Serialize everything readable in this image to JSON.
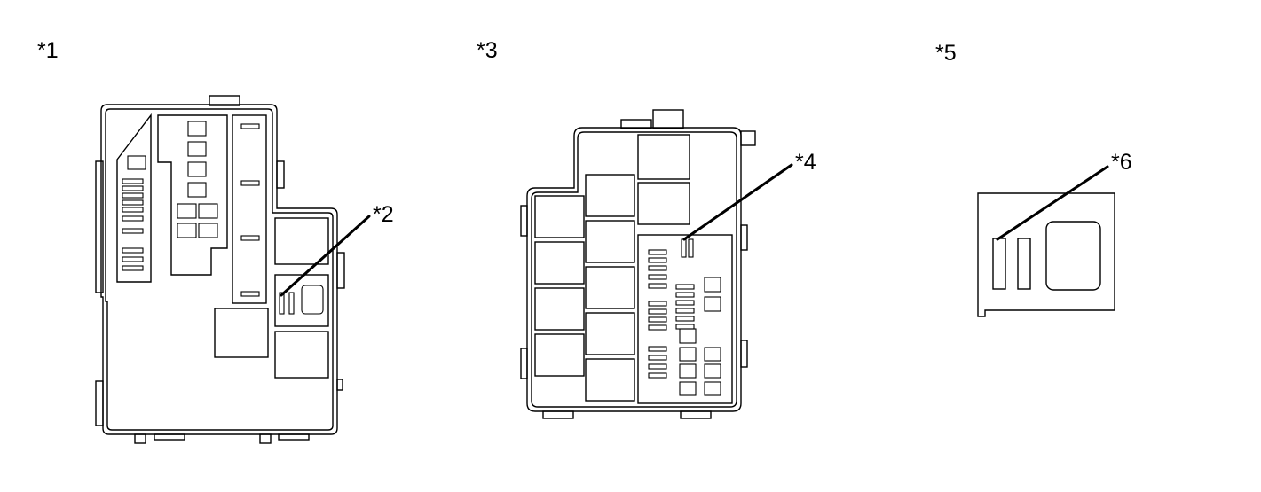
{
  "callouts": {
    "c1": "*1",
    "c2": "*2",
    "c3": "*3",
    "c4": "*4",
    "c5": "*5",
    "c6": "*6"
  },
  "colors": {
    "line": "#000000",
    "background": "#ffffff"
  }
}
